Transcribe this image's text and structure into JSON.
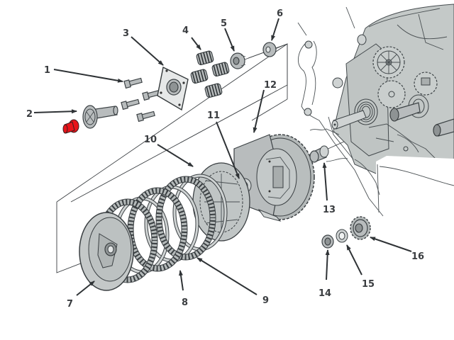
{
  "diagram": {
    "title": "Clutch assembly exploded view",
    "highlight_color": "#e8141a",
    "part_color": "#b8bcbd",
    "highlighted_part": "2",
    "callouts": [
      {
        "id": "1",
        "label": "1",
        "part": "bolt"
      },
      {
        "id": "2",
        "label": "2",
        "part": "clutch-lifter-rod"
      },
      {
        "id": "3",
        "label": "3",
        "part": "lifter-plate"
      },
      {
        "id": "4",
        "label": "4",
        "part": "clutch-spring"
      },
      {
        "id": "5",
        "label": "5",
        "part": "nut"
      },
      {
        "id": "6",
        "label": "6",
        "part": "washer"
      },
      {
        "id": "7",
        "label": "7",
        "part": "pressure-plate"
      },
      {
        "id": "8",
        "label": "8",
        "part": "friction-disc"
      },
      {
        "id": "9",
        "label": "9",
        "part": "clutch-plate"
      },
      {
        "id": "10",
        "label": "10",
        "part": "clutch-center"
      },
      {
        "id": "11",
        "label": "11",
        "part": "thrust-washer"
      },
      {
        "id": "12",
        "label": "12",
        "part": "clutch-outer"
      },
      {
        "id": "13",
        "label": "13",
        "part": "collar"
      },
      {
        "id": "14",
        "label": "14",
        "part": "lock-nut"
      },
      {
        "id": "15",
        "label": "15",
        "part": "washer"
      },
      {
        "id": "16",
        "label": "16",
        "part": "primary-drive-gear"
      }
    ]
  }
}
